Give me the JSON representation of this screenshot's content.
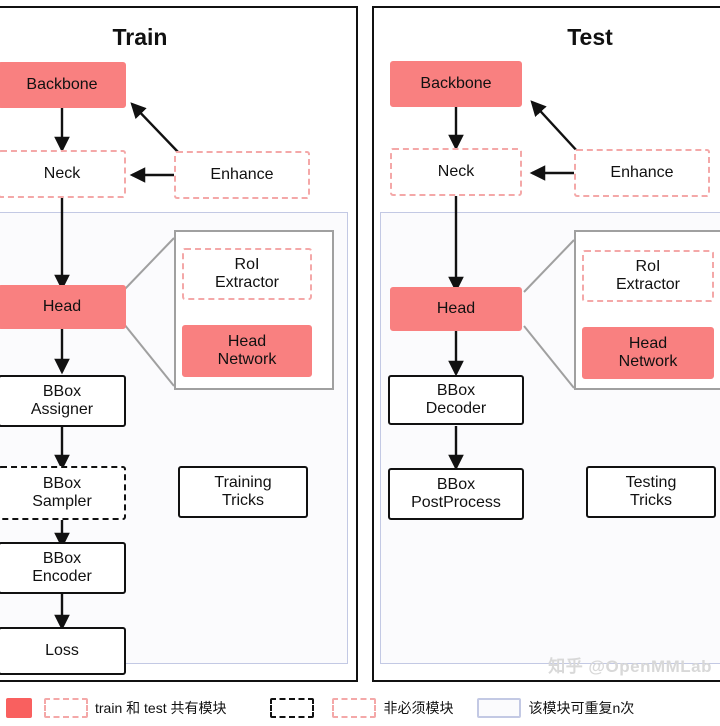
{
  "panels": [
    {
      "id": "train",
      "title": "Train",
      "nodes": [
        {
          "name": "backbone",
          "label": "Backbone",
          "style": "fill"
        },
        {
          "name": "neck",
          "label": "Neck",
          "style": "dashed-red"
        },
        {
          "name": "enhance",
          "label": "Enhance",
          "style": "dashed-red"
        },
        {
          "name": "head",
          "label": "Head",
          "style": "fill"
        },
        {
          "name": "roi-extractor",
          "label": "RoI\nExtractor",
          "style": "dashed-red"
        },
        {
          "name": "head-network",
          "label": "Head\nNetwork",
          "style": "fill"
        },
        {
          "name": "bbox-assigner",
          "label": "BBox\nAssigner",
          "style": "solid"
        },
        {
          "name": "bbox-sampler",
          "label": "BBox\nSampler",
          "style": "dashed-black"
        },
        {
          "name": "bbox-encoder",
          "label": "BBox\nEncoder",
          "style": "solid"
        },
        {
          "name": "loss",
          "label": "Loss",
          "style": "solid"
        },
        {
          "name": "tricks",
          "label": "Training\nTricks",
          "style": "solid"
        }
      ]
    },
    {
      "id": "test",
      "title": "Test",
      "nodes": [
        {
          "name": "backbone",
          "label": "Backbone",
          "style": "fill"
        },
        {
          "name": "neck",
          "label": "Neck",
          "style": "dashed-red"
        },
        {
          "name": "enhance",
          "label": "Enhance",
          "style": "dashed-red"
        },
        {
          "name": "head",
          "label": "Head",
          "style": "fill"
        },
        {
          "name": "roi-extractor",
          "label": "RoI\nExtractor",
          "style": "dashed-red"
        },
        {
          "name": "head-network",
          "label": "Head\nNetwork",
          "style": "fill"
        },
        {
          "name": "bbox-decoder",
          "label": "BBox\nDecoder",
          "style": "solid"
        },
        {
          "name": "bbox-postprocess",
          "label": "BBox\nPostProcess",
          "style": "solid"
        },
        {
          "name": "tricks",
          "label": "Testing\nTricks",
          "style": "solid"
        }
      ]
    }
  ],
  "legend": [
    {
      "name": "legend-required-module",
      "swatch": "fill",
      "label": ""
    },
    {
      "name": "legend-shared-module",
      "swatch": "dashed-red",
      "label": "train 和 test 共有模块"
    },
    {
      "name": "legend-optional-module-black",
      "swatch": "dashed-black",
      "label": ""
    },
    {
      "name": "legend-optional-module",
      "swatch": "dashed-red",
      "label": "非必须模块"
    },
    {
      "name": "legend-repeatable-module",
      "swatch": "blue",
      "label": "该模块可重复n次"
    }
  ],
  "watermark": "知乎 @OpenMMLab",
  "colors": {
    "accent_red": "#f98080",
    "legend_red": "#f9605f",
    "dashed_red": "#f4a8a8",
    "region_blue": "#c3c9e4",
    "roi_grey": "#a0a0a0"
  }
}
